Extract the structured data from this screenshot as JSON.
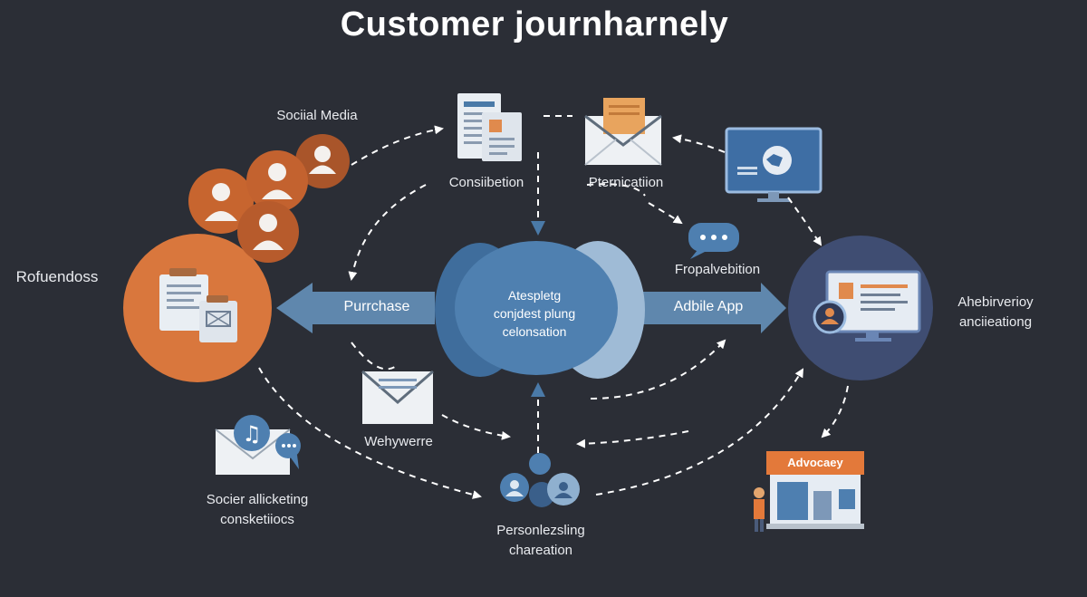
{
  "title": "Customer journharnely",
  "center": {
    "lines": [
      "Atespletg",
      "conjdest plung",
      "celonsation"
    ]
  },
  "band": {
    "left_label": "Purrchase",
    "right_label": "Adbile App"
  },
  "labels": {
    "social_media": "Sociial Media",
    "rofuendoss": "Rofuendoss",
    "consideration": "Consiibetion",
    "permcation": "Pternicatiion",
    "fropalvebition": "Fropalvebition",
    "ahebrverioy": "Ahebirverioy",
    "ancieationg": "anciieationg",
    "wehywerre": "Wehywerre",
    "socier_line1": "Socier allicketing",
    "socier_line2": "consketiiocs",
    "personlezsling_line1": "Personlezsling",
    "personlezsling_line2": "chareation",
    "advocacy": "Advocaey"
  },
  "colors": {
    "background": "#2b2e36",
    "orange": "#d9773d",
    "orange_dark": "#b45c28",
    "blue": "#4a7aa8",
    "blue_light": "#8fb0cf",
    "navy": "#3f4d72",
    "band": "#5f87ad",
    "paper": "#e9eef3",
    "envelope": "#f0f2f5",
    "arrow": "#ffffff"
  }
}
